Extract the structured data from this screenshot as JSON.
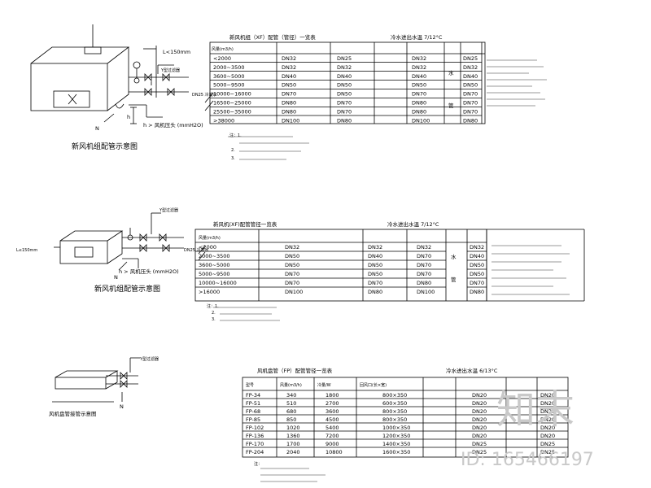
{
  "table1": {
    "header_left": "新风机组（XF）配管（管径）一览表",
    "header_right": "冷水进出水温 7/12°C",
    "columns": [
      "风量(m3/h)",
      "",
      "",
      "",
      "",
      ""
    ],
    "flow": [
      "<2000",
      "2000~3500",
      "3600~5000",
      "5000~9500",
      "10000~16000",
      "16500~25000",
      "25500~35000",
      ">38000"
    ],
    "pipe": [
      "DN32",
      "DN32",
      "DN40",
      "DN50",
      "DN70",
      "DN80",
      "DN80",
      "DN100"
    ],
    "col3": [
      "DN25",
      "DN32",
      "DN40",
      "DN50",
      "DN50",
      "DN70",
      "DN70",
      "DN80"
    ],
    "col4": [
      "DN32",
      "DN32",
      "DN40",
      "DN50",
      "DN70",
      "DN80",
      "DN80",
      "DN100"
    ],
    "side": [
      "DN25",
      "DN32",
      "DN40",
      "DN50",
      "DN70",
      "DN70",
      "DN70",
      "DN80"
    ],
    "side_label_a": "水",
    "side_label_b": "管",
    "notes": [
      "注：1.",
      "2.",
      "3."
    ]
  },
  "table2": {
    "header_left": "新风机(XF)配管管径一览表",
    "header_right": "冷水进出水温 7/12°C",
    "columns": [
      "风量(m3/h)",
      "",
      "",
      ""
    ],
    "flow": [
      "<2000",
      "2000~3500",
      "3600~5000",
      "5000~9500",
      "10000~16000",
      ">16000"
    ],
    "pipe": [
      "DN32",
      "DN50",
      "DN50",
      "DN70",
      "DN70",
      "DN100"
    ],
    "col3": [
      "DN32",
      "DN40",
      "DN50",
      "DN50",
      "DN70",
      "DN80"
    ],
    "col4": [
      "DN32",
      "DN70",
      "DN70",
      "DN70",
      "DN80",
      "DN100"
    ],
    "side": [
      "DN32",
      "DN40",
      "DN50",
      "DN50",
      "DN70",
      "DN80"
    ],
    "side_label_a": "水",
    "side_label_b": "管",
    "notes": [
      "注：1.",
      "2.",
      "3."
    ]
  },
  "table3": {
    "header_left": "风机盘管（FP）配管管径一览表",
    "header_right": "冷水进出水温 6/13°C",
    "columns": [
      "型号",
      "风量(m3/h)",
      "冷量/W",
      "回风口(长×宽)",
      "",
      "",
      ""
    ],
    "model": [
      "FP-34",
      "FP-51",
      "FP-68",
      "FP-85",
      "FP-102",
      "FP-136",
      "FP-170",
      "FP-204"
    ],
    "airflow": [
      "340",
      "510",
      "680",
      "850",
      "1020",
      "1360",
      "1700",
      "2040"
    ],
    "cooling": [
      "1800",
      "2700",
      "3600",
      "4500",
      "5400",
      "7200",
      "9000",
      "10800"
    ],
    "size": [
      "800×350",
      "600×350",
      "800×350",
      "800×350",
      "1000×350",
      "1200×350",
      "1400×350",
      "1600×350"
    ],
    "pipe": [
      "DN20",
      "DN20",
      "DN20",
      "DN20",
      "DN20",
      "DN20",
      "DN25",
      "DN25"
    ],
    "pipe2": [
      "DN20",
      "DN20",
      "DN20",
      "DN20",
      "DN20",
      "DN20",
      "DN25",
      "DN25"
    ],
    "notes": [
      "注："
    ]
  },
  "diagram1": {
    "caption": "新风机组配管示意图",
    "l_label": "L<150mm",
    "y_label": "Y型过滤器",
    "dn_label": "DN25 冷凝水",
    "h_label": "h",
    "h_note": "h > 风机压头 (mmH2O)",
    "n_label": "N"
  },
  "diagram2": {
    "caption": "新风机组配管示意图",
    "l_label": "L≤150mm",
    "y_label": "Y型过滤器",
    "dn_label": "DN25 冷凝水",
    "h_note": "h > 风机压头 (mmH2O)",
    "n_label": "N"
  },
  "diagram3": {
    "caption": "风机盘管接管示意图",
    "y_label": "Y型过滤器",
    "n_label": "N"
  },
  "watermark": {
    "text_main": "知末",
    "text_id": "ID: 165466197"
  }
}
